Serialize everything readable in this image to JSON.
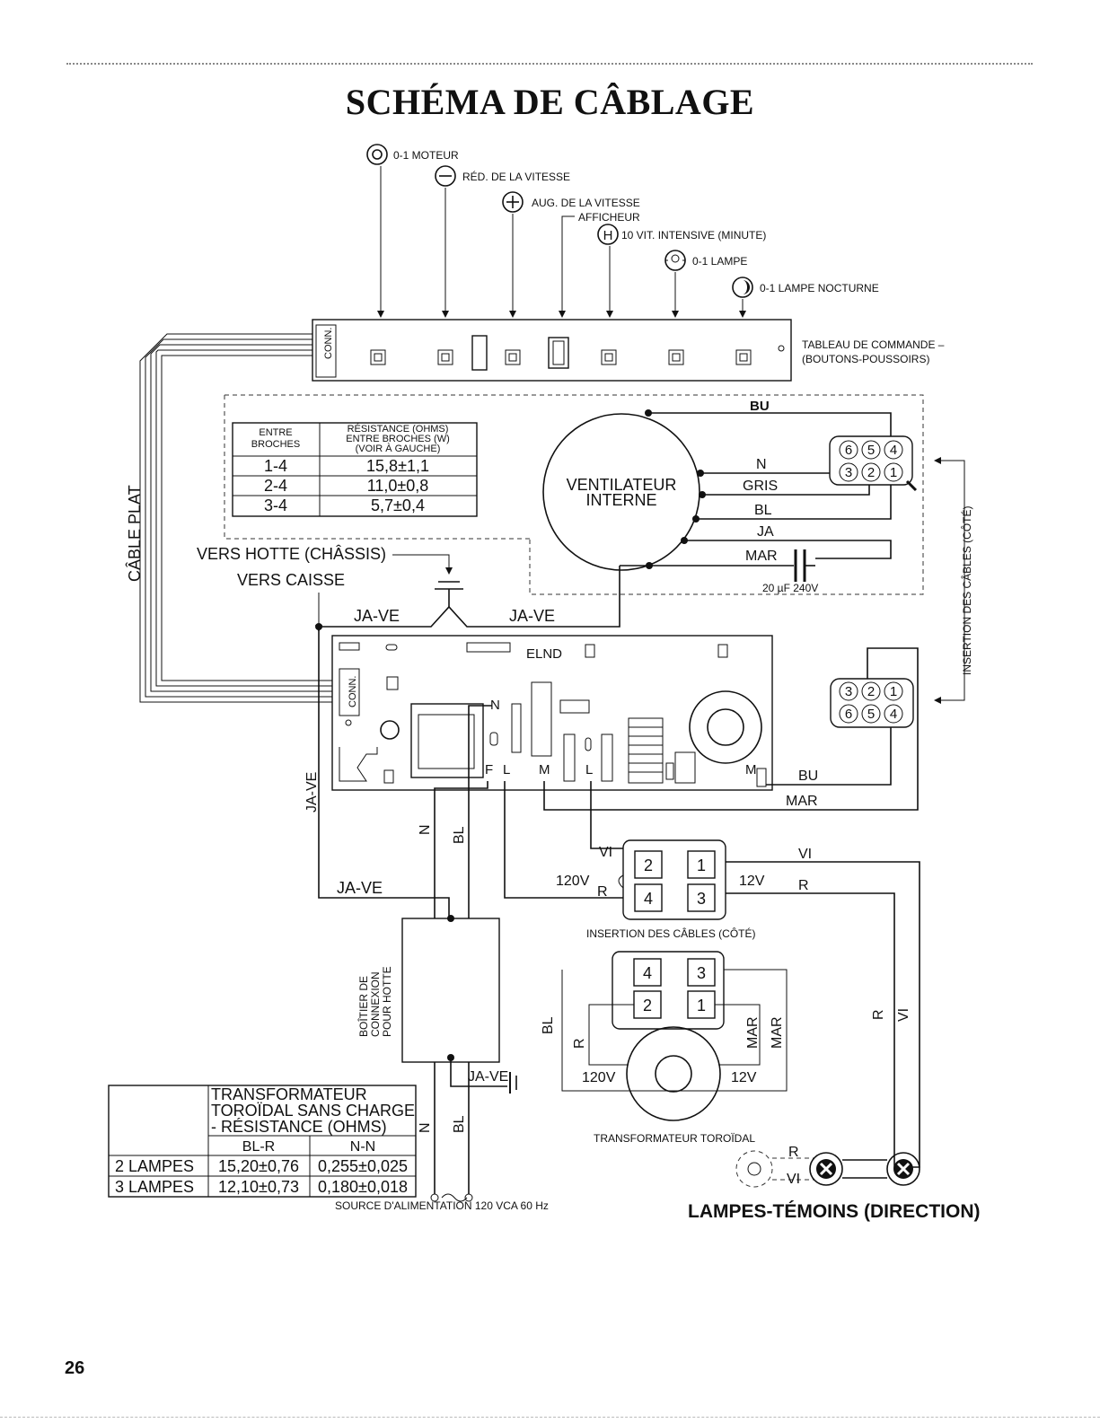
{
  "page": {
    "title": "SCHÉMA DE CÂBLAGE",
    "page_number": "26"
  },
  "buttons_legend": [
    {
      "symbol": "power-icon",
      "label": "0-1 MOTEUR"
    },
    {
      "symbol": "minus-icon",
      "label": "RÉD. DE LA VITESSE"
    },
    {
      "symbol": "plus-icon",
      "label": "AUG. DE LA VITESSE"
    },
    {
      "symbol": "display",
      "label": "AFFICHEUR"
    },
    {
      "symbol": "h-icon",
      "label": "10 VIT. INTENSIVE (MINUTE)"
    },
    {
      "symbol": "lamp-icon",
      "label": "0-1 LAMPE"
    },
    {
      "symbol": "night-lamp-icon",
      "label": "0-1 LAMPE NOCTURNE"
    }
  ],
  "control_panel": {
    "label_line1": "TABLEAU DE COMMANDE –",
    "label_line2": "(BOUTONS-POUSSOIRS)",
    "conn": "CONN."
  },
  "flat_cable": "CÂBLE PLAT",
  "side_insertion": "INSERTION DES CÂBLES (CÔTÉ)",
  "fan_table": {
    "headers": [
      "ENTRE BROCHES",
      "RÉSISTANCE (OHMS) ENTRE BROCHES (W) (VOIR À GAUCHE)"
    ],
    "header_lines": {
      "col1": [
        "ENTRE",
        "BROCHES"
      ],
      "col2": [
        "RÉSISTANCE (OHMS)",
        "ENTRE BROCHES (W)",
        "(VOIR À GAUCHE)"
      ]
    },
    "rows": [
      {
        "pins": "1-4",
        "value": "15,8±1,1"
      },
      {
        "pins": "2-4",
        "value": "11,0±0,8"
      },
      {
        "pins": "3-4",
        "value": "5,7±0,4"
      }
    ]
  },
  "fan": {
    "line1": "VENTILATEUR",
    "line2": "INTERNE",
    "wires": [
      "BU",
      "N",
      "GRIS",
      "BL",
      "JA",
      "MAR"
    ],
    "capacitor": "20 µF 240V",
    "connector_top": [
      "6",
      "5",
      "4"
    ],
    "connector_bottom": [
      "3",
      "2",
      "1"
    ]
  },
  "ground_labels": {
    "hood": "VERS HOTTE (CHÂSSIS)",
    "box": "VERS CAISSE",
    "ja_ve": "JA-VE"
  },
  "board": {
    "elnd": "ELND",
    "conn": "CONN.",
    "pins": [
      "N",
      "F",
      "L",
      "M",
      "L",
      "M"
    ],
    "bu": "BU",
    "mar": "MAR",
    "connector_top": [
      "3",
      "2",
      "1"
    ],
    "connector_bottom": [
      "6",
      "5",
      "4"
    ]
  },
  "left_vertical": "JA-VE",
  "wire_labels": {
    "n": "N",
    "bl": "BL",
    "vi": "VI",
    "r": "R",
    "ja_ve": "JA-VE"
  },
  "transformer_connector": {
    "label": "INSERTION DES CÂBLES (CÔTÉ)",
    "v120": "120V",
    "v12": "12V",
    "pins_top": [
      "2",
      "1"
    ],
    "pins_bottom": [
      "4",
      "3"
    ]
  },
  "transformer": {
    "label": "TRANSFORMATEUR TOROÏDAL",
    "v120": "120V",
    "v12": "12V",
    "pins_top": [
      "4",
      "3"
    ],
    "pins_bottom": [
      "2",
      "1"
    ],
    "bl": "BL",
    "r": "R",
    "mar": "MAR"
  },
  "junction_box": {
    "lines": [
      "BOÎTIER DE",
      "CONNEXION",
      "POUR HOTTE"
    ]
  },
  "transformer_table": {
    "title_lines": [
      "TRANSFORMATEUR",
      "TOROÏDAL SANS CHARGE",
      "- RÉSISTANCE (OHMS)"
    ],
    "col_headers": [
      "BL-R",
      "N-N"
    ],
    "rows": [
      {
        "label": "2 LAMPES",
        "blr": "15,20±0,76",
        "nn": "0,255±0,025"
      },
      {
        "label": "3 LAMPES",
        "blr": "12,10±0,73",
        "nn": "0,180±0,018"
      }
    ]
  },
  "power_source": "SOURCE D'ALIMENTATION 120 VCA 60 Hz",
  "lamps": {
    "label": "LAMPES-TÉMOINS (DIRECTION)",
    "r": "R",
    "vi": "VI"
  }
}
